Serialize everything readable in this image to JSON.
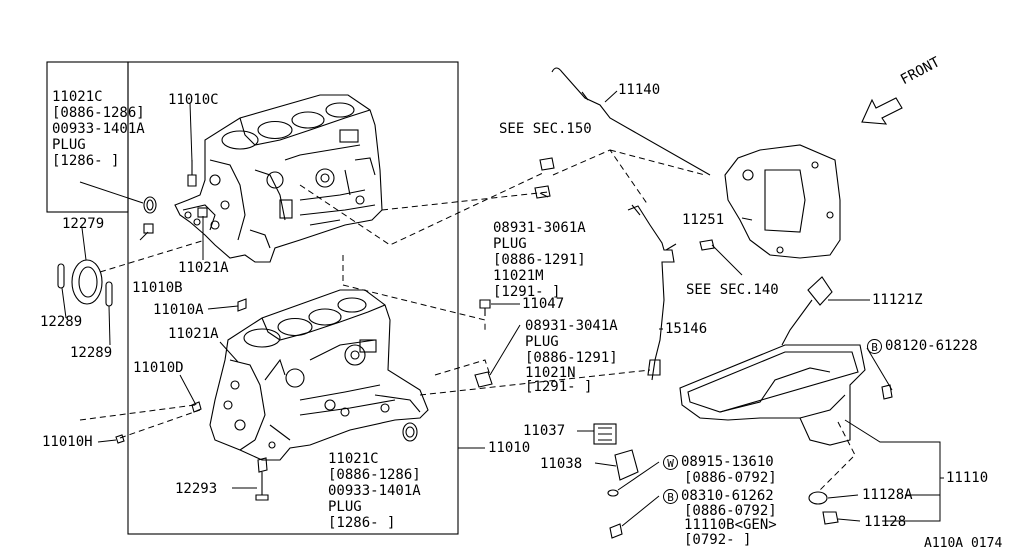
{
  "diagram_id": "A110A 0174",
  "labels": {
    "l11021c_a": "11021C",
    "l0886_1286_a": "[0886-1286]",
    "l00933_a": "00933-1401A",
    "lplug_a": "PLUG",
    "l1286_a": "[1286-  ]",
    "l11010c": "11010C",
    "l12279": "12279",
    "l12289_a": "12289",
    "l12289_b": "12289",
    "l11010b": "11010B",
    "l11021a_a": "11021A",
    "l11010a": "11010A",
    "l11021a_b": "11021A",
    "l11010d": "11010D",
    "l11010h": "11010H",
    "l12293": "12293",
    "l11021c_b": "11021C",
    "l0886_1286_b": "[0886-1286]",
    "l00933_b": "00933-1401A",
    "lplug_b": "PLUG",
    "l1286_b": "[1286-  ]",
    "l11010": "11010",
    "lsec150": "SEE SEC.150",
    "l08931_3061": "08931-3061A",
    "lplug_c": "PLUG",
    "l0886_1291_a": "[0886-1291]",
    "l11021m": "11021M",
    "l1291_a": "[1291-  ]",
    "l11047": "11047",
    "l08931_3041": "08931-3041A",
    "lplug_d": "PLUG",
    "l0886_1291_b": "[0886-1291]",
    "l11021n": "11021N",
    "l1291_b": "[1291-  ]",
    "l11140": "11140",
    "l15146": "15146",
    "l11251": "11251",
    "lsec140": "SEE SEC.140",
    "l11121z": "11121Z",
    "l08120": "08120-61228",
    "l11037": "11037",
    "l11038": "11038",
    "l08915": "08915-13610",
    "l0886_0792_a": "[0886-0792]",
    "l08310": "08310-61262",
    "l0886_0792_b": "[0886-0792]",
    "l11110b": "11110B<GEN>",
    "l0792": "[0792-  ]",
    "l11110": "11110",
    "l11128a": "11128A",
    "l11128": "11128",
    "lfront": "FRONT"
  },
  "badges": {
    "b": "B",
    "w": "W"
  }
}
